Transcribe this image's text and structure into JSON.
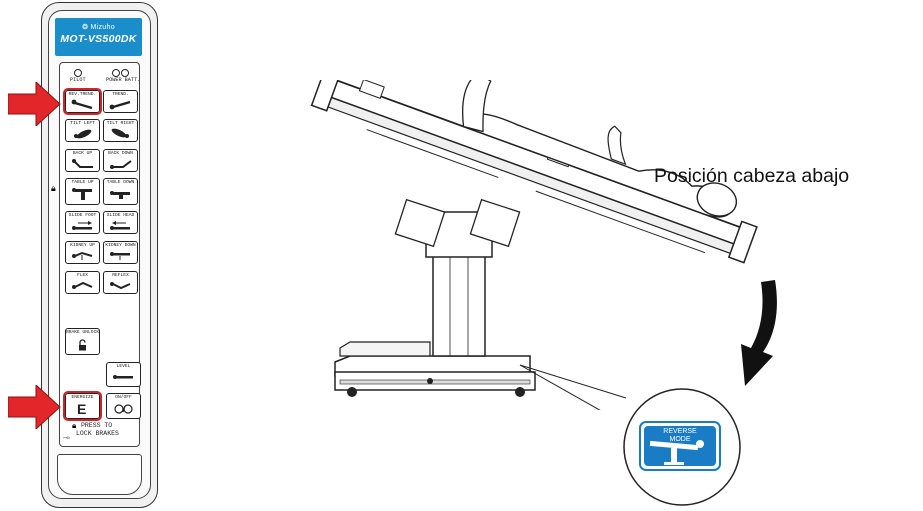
{
  "pendant": {
    "brand": "❂ Mizuho",
    "model": "MOT-VS500DK",
    "indicators": {
      "pilot": "PILOT",
      "power_batt": "POWER BATT."
    },
    "buttons": {
      "rev_trend": "REV.TREND.",
      "trend": "TREND.",
      "tilt_left": "TILT LEFT",
      "tilt_right": "TILT RIGHT",
      "back_up": "BACK UP",
      "back_down": "BACK DOWN",
      "table_up": "TABLE UP",
      "table_down": "TABLE DOWN",
      "slide_foot": "SLIDE FOOT",
      "slide_head": "SLIDE HEAD",
      "kidney_up": "KIDNEY UP",
      "kidney_down": "KIDNEY DOWN",
      "flex": "FLEX",
      "reflex": "REFLEX",
      "brake_unlock": "BRAKE UNLOCK",
      "level": "LEVEL",
      "energize": "ENERGIZE",
      "energize_glyph": "E",
      "on_off": "ON/OFF"
    },
    "lock_note_line1": "PRESS TO",
    "lock_note_line2": "LOCK BRAKES",
    "small_mark": "⊶⊟",
    "highlighted_buttons": [
      "rev_trend",
      "energize"
    ],
    "highlight_color": "#d0232a",
    "brand_color": "#1a8ecb"
  },
  "illustration": {
    "caption": "Posición cabeza abajo",
    "mode_badge_line1": "REVERSE",
    "mode_badge_line2": "MODE",
    "badge_color": "#1a7cc4"
  }
}
